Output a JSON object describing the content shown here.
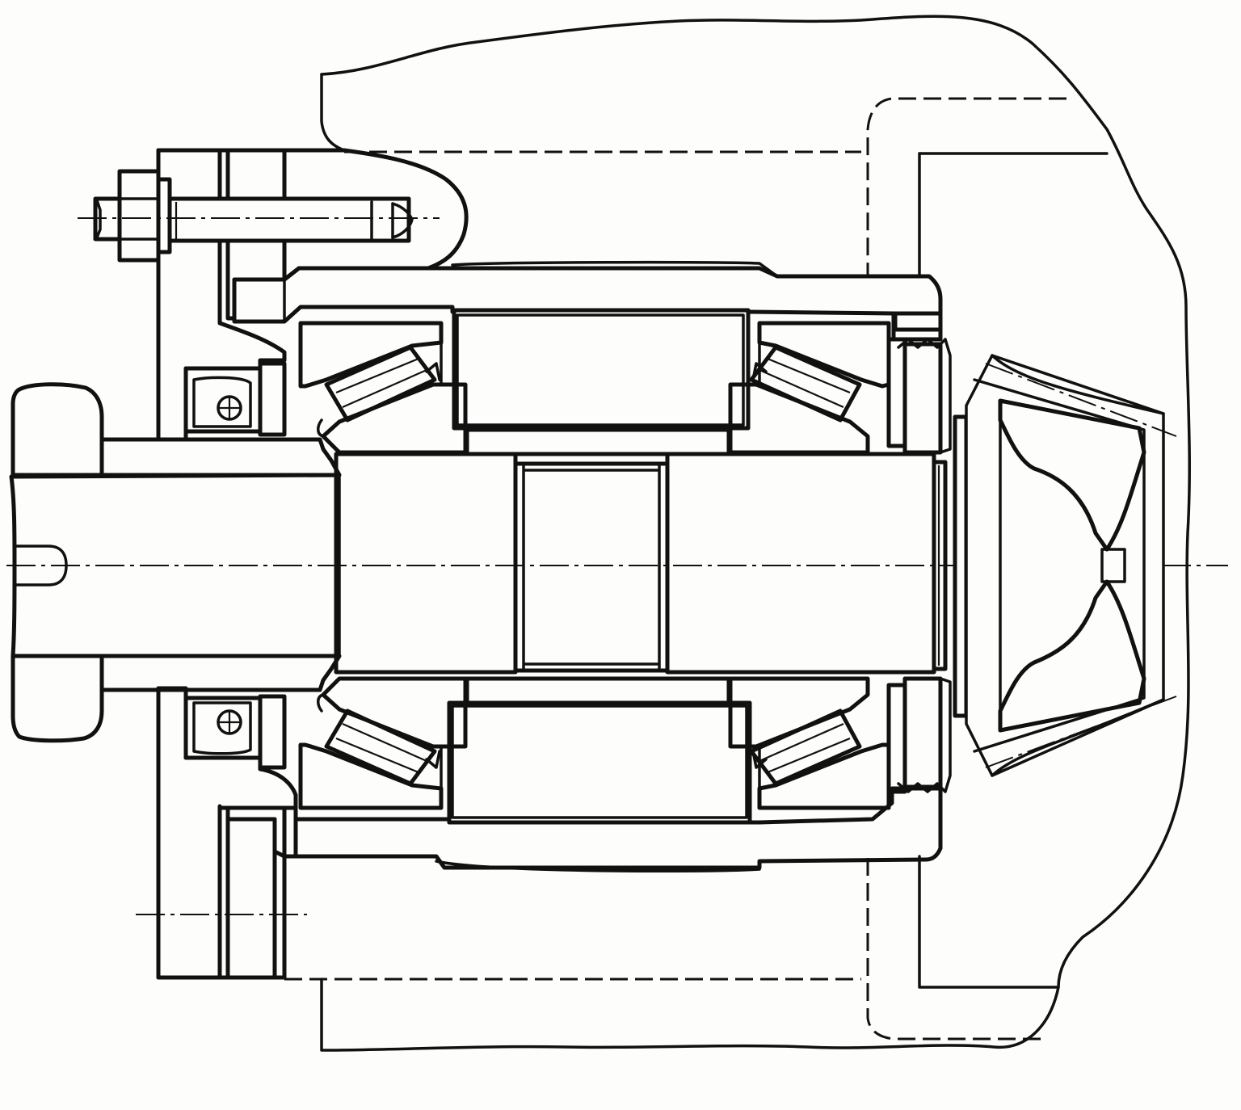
{
  "colors": {
    "ink": "#111111",
    "paper": "#fdfdfb"
  },
  "parts": [
    "housing",
    "left-cover",
    "outer-sleeve",
    "left-taper-bearing",
    "right-taper-bearing",
    "shaft",
    "spacer-ring",
    "bevel-pinion",
    "shaft-seal",
    "bolt-and-nut",
    "coupling-hub"
  ]
}
